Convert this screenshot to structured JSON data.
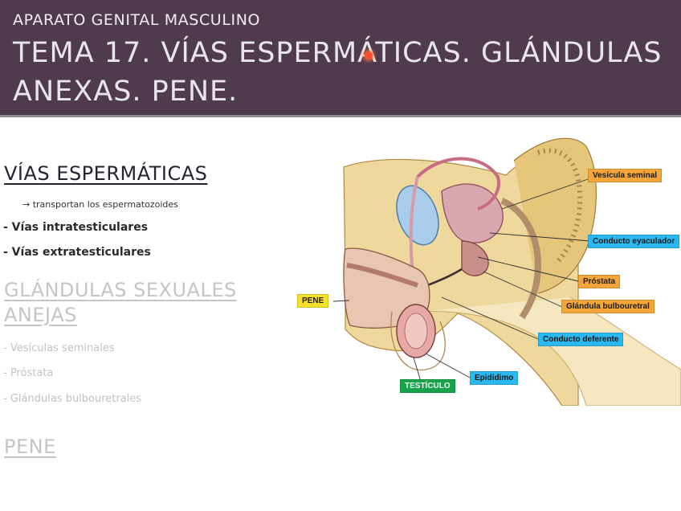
{
  "header": {
    "subtitle": "APARATO GENITAL MASCULINO",
    "title": "TEMA 17. VÍAS ESPERMÁTICAS.  GLÁNDULAS ANEXAS.  PENE."
  },
  "colors": {
    "header_bg": "#4f3a4e",
    "label_orange": "#f4a63a",
    "label_blue": "#2bb8f0",
    "label_yellow": "#f5e12a",
    "label_green": "#17a34a"
  },
  "sections": {
    "vias": {
      "heading": "VÍAS ESPERMÁTICAS",
      "note": "→ transportan los espermatozoides",
      "items": [
        "- Vías intratesticulares",
        "- Vías extratesticulares"
      ]
    },
    "glandulas": {
      "heading": "GLÁNDULAS SEXUALES ANEJAS",
      "items": [
        "- Vesículas seminales",
        "- Próstata",
        "- Glándulas bulbouretrales"
      ]
    },
    "pene": {
      "heading": "PENE"
    }
  },
  "diagram": {
    "labels": {
      "vesicula": "Vesícula seminal",
      "conducto_eyaculador": "Conducto eyaculador",
      "prostata": "Próstata",
      "bulbouretral": "Glándula bulbouretral",
      "conducto_deferente": "Conducto deferente",
      "epididimo": "Epidídimo",
      "testiculo": "TESTÍCULO",
      "pene": "PENE"
    }
  }
}
